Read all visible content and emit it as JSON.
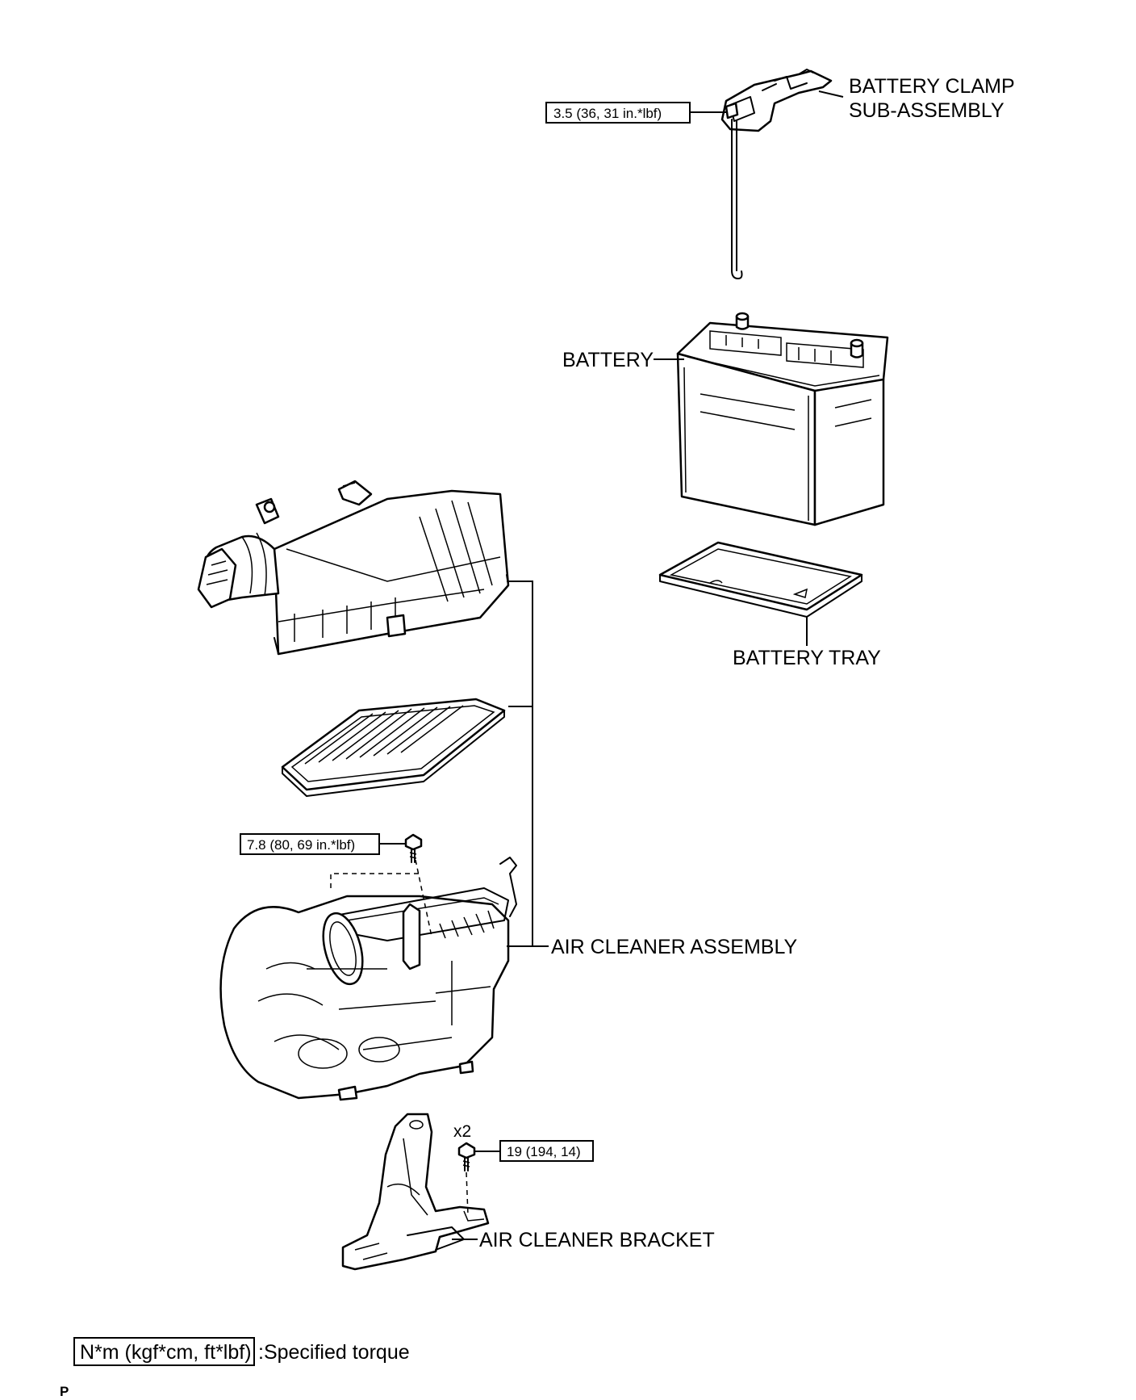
{
  "labels": {
    "battery_clamp_line1": "BATTERY CLAMP",
    "battery_clamp_line2": "SUB-ASSEMBLY",
    "battery": "BATTERY",
    "battery_tray": "BATTERY TRAY",
    "air_cleaner_assembly": "AIR CLEANER ASSEMBLY",
    "air_cleaner_bracket": "AIR CLEANER BRACKET"
  },
  "torques": {
    "battery_clamp": "3.5 (36, 31 in.*lbf)",
    "air_cleaner_bolt": "7.8 (80, 69 in.*lbf)",
    "bracket_bolt": "19 (194, 14)"
  },
  "quantity_bracket_bolt": "x2",
  "legend": {
    "box": "N*m (kgf*cm, ft*lbf)",
    "description": ":Specified torque"
  },
  "page_marker": "P"
}
